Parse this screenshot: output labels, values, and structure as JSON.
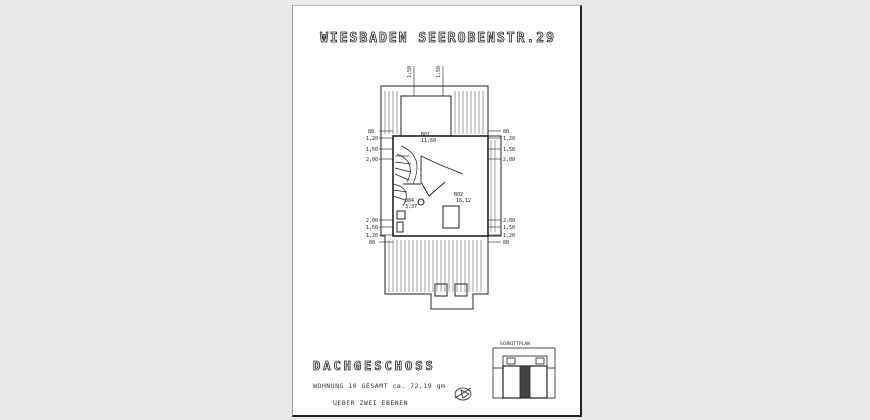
{
  "document": {
    "title": "WIESBADEN SEEROBENSTR.29",
    "floor_name": "DACHGESCHOSS",
    "area_line": "WOHNUNG 10 GESAMT ca. 72,19 qm",
    "stairs_note": "UEBER ZWEI EBENEN"
  },
  "dimensions": {
    "left": [
      "80",
      "1,20",
      "1,50",
      "2,00",
      "2,00",
      "1,50",
      "1,20",
      "80"
    ],
    "right": [
      "80",
      "1,20",
      "1,50",
      "2,00",
      "2,00",
      "1,50",
      "1,20",
      "80"
    ],
    "top": [
      "1,50",
      "1,50"
    ]
  },
  "rooms": {
    "upper": {
      "code": "B01",
      "area": "11,60"
    },
    "right": {
      "code": "B02",
      "area": "16,12"
    },
    "small": {
      "code": "B04",
      "area": "3,37"
    }
  },
  "key_plan_label": "SCHNITTPLAN"
}
